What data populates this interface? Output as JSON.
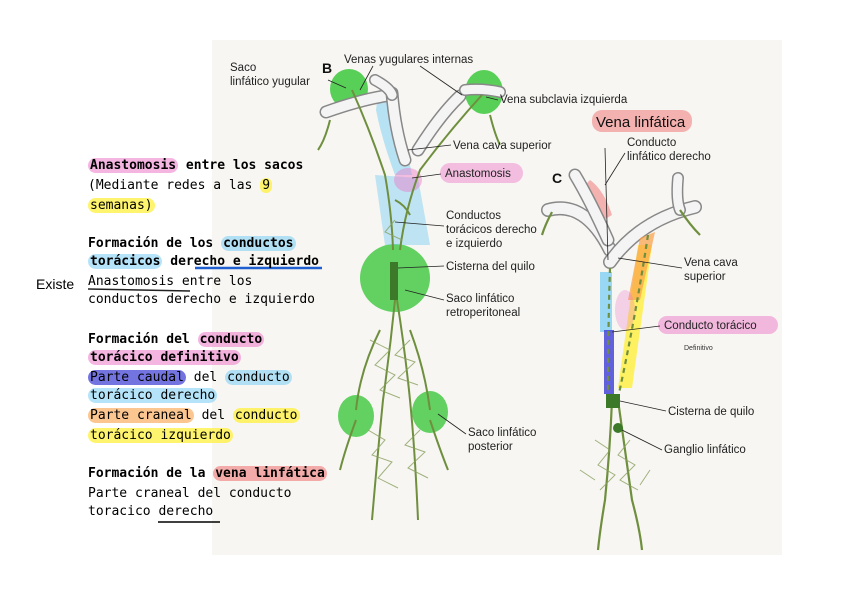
{
  "notes": {
    "block1": {
      "line1_part1": "Anastomosis",
      "line1_part2": " entre los sacos",
      "line2_part1": "(Mediante redes a las ",
      "line2_part2": "9",
      "line3": "semanas)"
    },
    "block2": {
      "line1_part1": "Formación de los ",
      "line1_part2": "conductos",
      "line2_part1": "torácicos",
      "line2_part2": " derecho e izquierdo",
      "existe": "Existe",
      "line3_part1": "Anastomosis",
      "line3_part2": " entre los",
      "line4": "conductos derecho e izquierdo"
    },
    "block3": {
      "line1_part1": "Formación del ",
      "line1_part2": "conducto",
      "line2": "torácico definitivo",
      "line3_part1": "Parte caudal",
      "line3_part2": " del ",
      "line3_part3": "conducto",
      "line4": "torácico derecho",
      "line5_part1": "Parte craneal",
      "line5_part2": " del ",
      "line5_part3": "conducto",
      "line6": "torácico izquierdo"
    },
    "block4": {
      "line1_part1": "Formación de la ",
      "line1_part2": "vena linfática",
      "line2": "Parte craneal del conducto",
      "line3": "toracico derecho"
    }
  },
  "diagram_b": {
    "letter": "B",
    "saco_yugular": [
      "Saco",
      "linfático yugular"
    ],
    "venas_yugulares": "Venas yugulares internas",
    "vena_subclavia": "Vena subclavia izquierda",
    "vena_cava": "Vena cava superior",
    "anastomosis": "Anastomosis",
    "conductos": [
      "Conductos",
      "torácicos derecho",
      "e izquierdo"
    ],
    "cisterna": "Cisterna del quilo",
    "saco_retro": [
      "Saco linfático",
      "retroperitoneal"
    ],
    "saco_posterior": [
      "Saco linfático",
      "posterior"
    ]
  },
  "diagram_c": {
    "letter": "C",
    "vena_linfatica": "Vena linfática",
    "conducto_derecho": [
      "Conducto",
      "linfático derecho"
    ],
    "vena_cava": [
      "Vena cava",
      "superior"
    ],
    "conducto_toracico": "Conducto torácico",
    "definitivo": "Definitivo",
    "cisterna": "Cisterna de quilo",
    "ganglio": "Ganglio linfático"
  },
  "colors": {
    "green_sac": "#3cc83c",
    "vessel": "#6f8f3f",
    "vein_fill": "#f4f4f4",
    "highlight_blue": "#78cdf5",
    "highlight_pink": "#ec78c8",
    "highlight_yellow": "#fff03c",
    "highlight_orange": "#faa046",
    "highlight_purple": "#4646d7",
    "highlight_rose": "#f06e6e",
    "underline_blue": "#1f5fd0"
  }
}
